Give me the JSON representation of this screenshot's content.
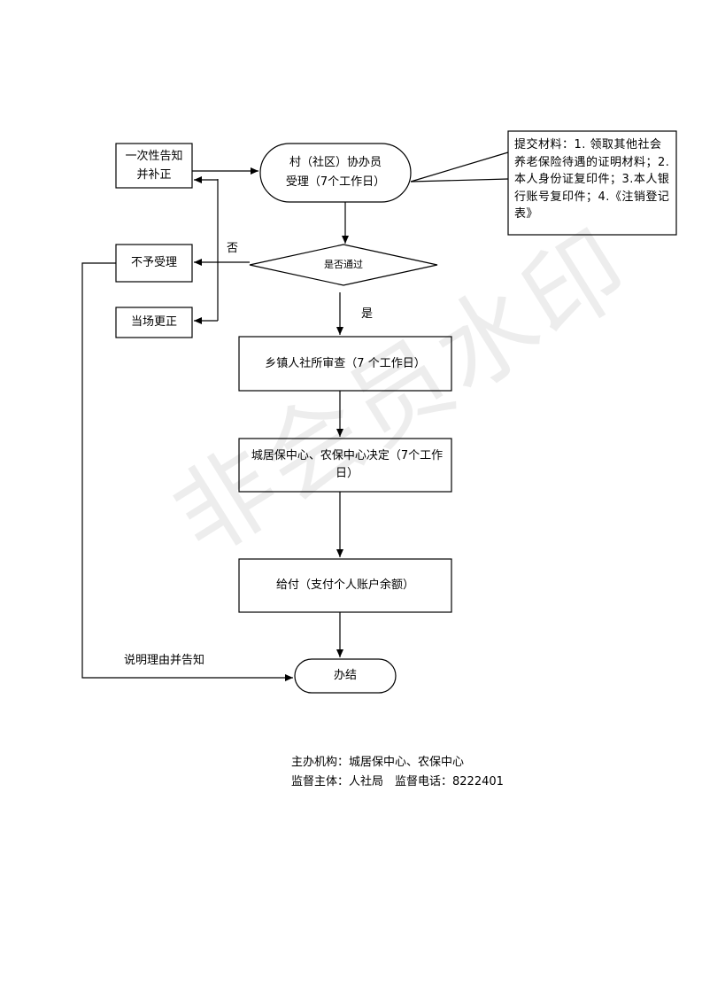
{
  "nodes": {
    "notify": [
      "一次性告知",
      "并补正"
    ],
    "village_accept": [
      "村（社区）协办员",
      "受理（7个工作日）"
    ],
    "materials": "提交材料：1. 领取其他社会养老保险待遇的证明材料；2.本人身份证复印件；3.本人银行账号复印件；4.《注销登记表》",
    "reject": "不予受理",
    "correct_on_site": "当场更正",
    "decision_check": "是否通过",
    "label_no": "否",
    "label_yes": "是",
    "township_review": "乡镇人社所审查（7 个工作日）",
    "center_decision": "城居保中心、农保中心决定（7个工作日）",
    "payment": "给付（支付个人账户余额）",
    "explain": "说明理由并告知",
    "done": "办结"
  },
  "footer": {
    "organizer": "主办机构：城居保中心、农保中心",
    "supervisor": "监督主体：人社局　监督电话：8222401"
  },
  "watermark": "非会员水印"
}
